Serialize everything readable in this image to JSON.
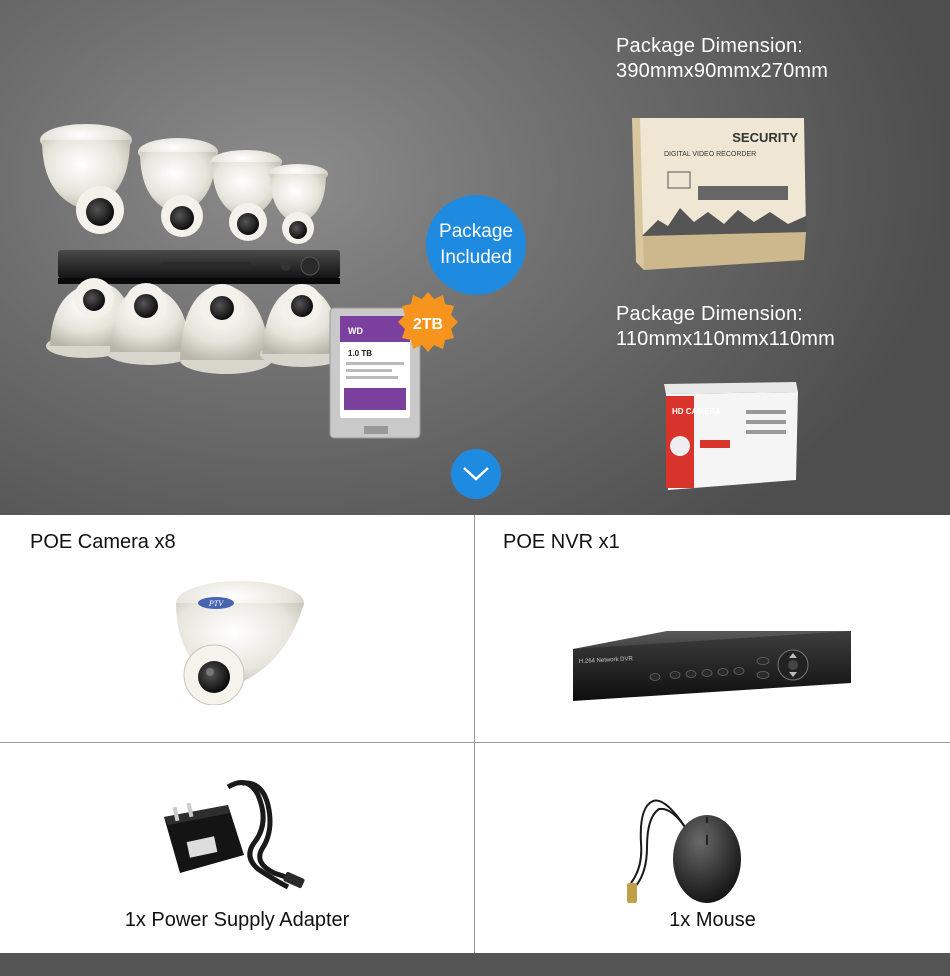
{
  "banner": {
    "package_dimension_1": {
      "title": "Package Dimension:",
      "value": "390mmx90mmx270mm"
    },
    "package_dimension_2": {
      "title": "Package Dimension:",
      "value": "110mmx110mmx110mm"
    },
    "package_included": {
      "line1": "Package",
      "line2": "Included"
    },
    "hdd_badge": "2TB",
    "nvr_box_brand": "SECURITY",
    "nvr_box_subtitle": "DIGITAL VIDEO RECORDER",
    "camera_box_label": "HD CAMERA",
    "hdd_capacity_label": "1.0 TB",
    "camera_brand": "PTV",
    "dvr_front_label": "H.264 Network DVR"
  },
  "items": {
    "camera": {
      "label": "POE Camera x8"
    },
    "nvr": {
      "label": "POE NVR x1"
    },
    "power_supply": {
      "label": "1x Power Supply Adapter"
    },
    "mouse": {
      "label": "1x Mouse"
    }
  },
  "colors": {
    "accent_blue": "#1f8be0",
    "badge_orange": "#f7941d",
    "hdd_purple": "#7b3f9e",
    "footer": "#555555"
  }
}
